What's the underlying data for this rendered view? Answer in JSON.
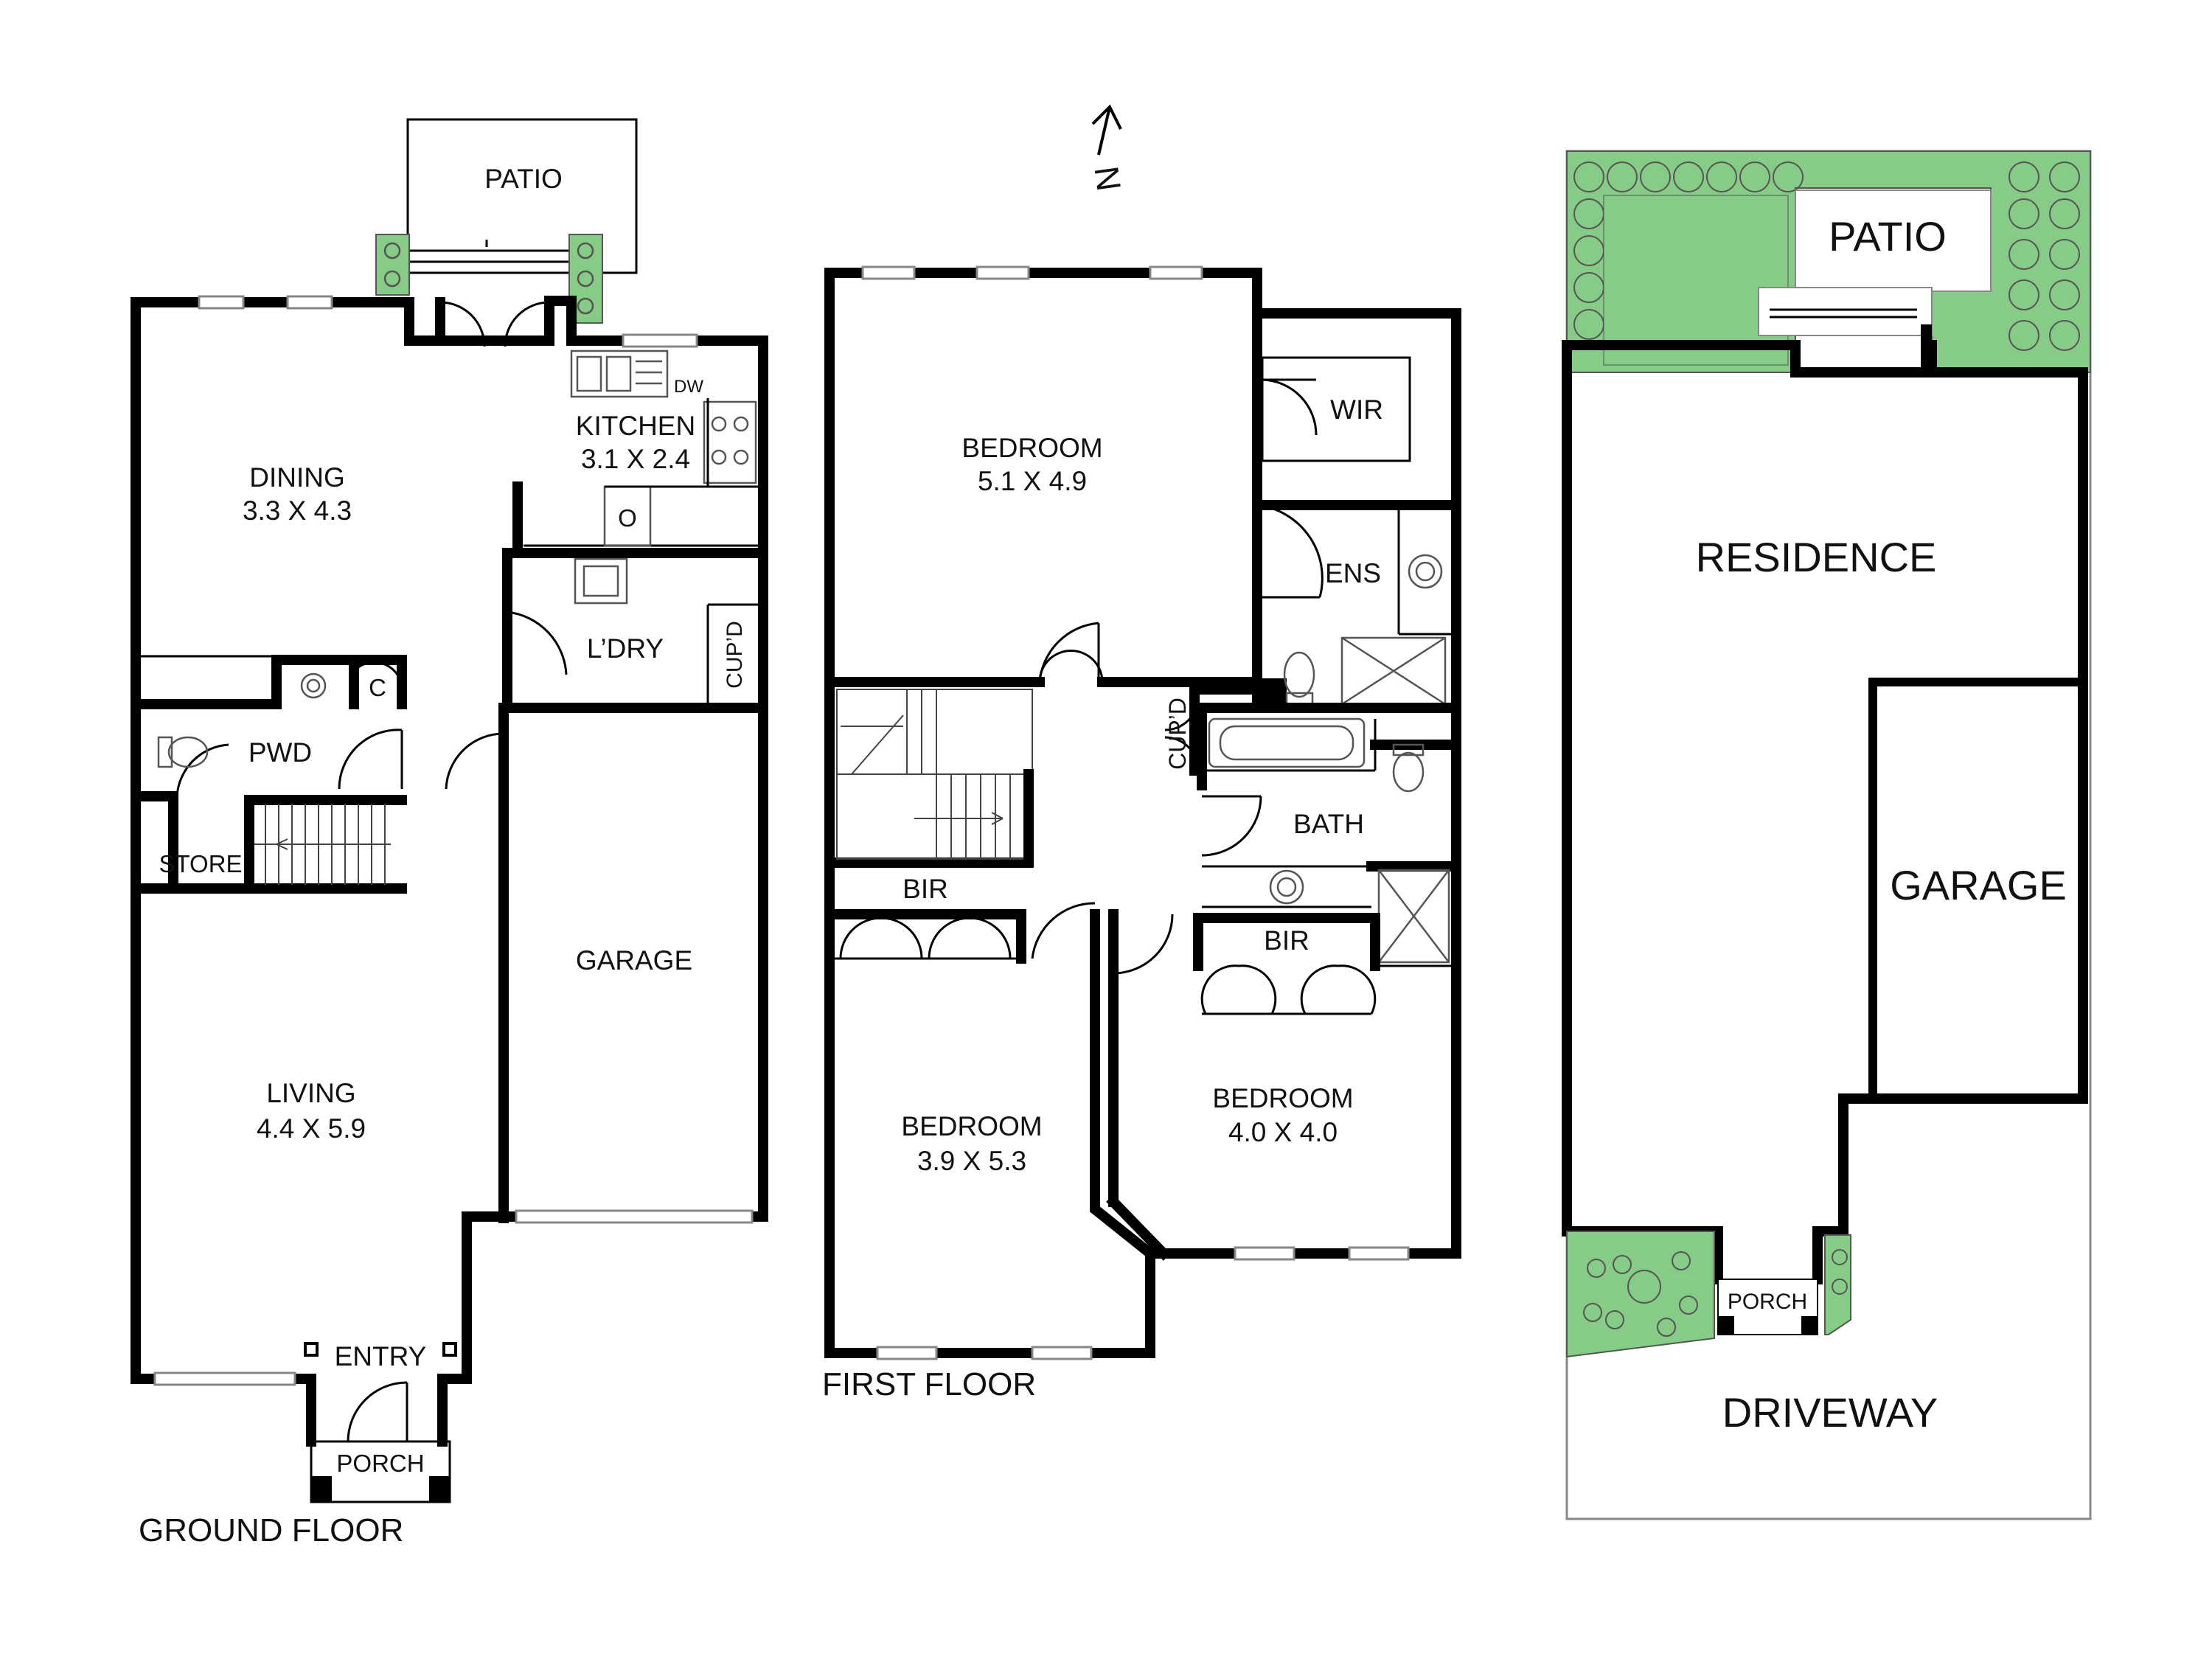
{
  "ground_floor": {
    "title": "GROUND FLOOR",
    "patio": "PATIO",
    "dining": {
      "name": "DINING",
      "size": "3.3 X 4.3"
    },
    "kitchen": {
      "name": "KITCHEN",
      "size": "3.1 X 2.4",
      "dw": "DW",
      "oven": "O"
    },
    "laundry": {
      "name": "L’DRY",
      "cupboard": "CUP’D"
    },
    "cupboard_c": "C",
    "pwd": "PWD",
    "store": "STORE",
    "garage": "GARAGE",
    "living": {
      "name": "LIVING",
      "size": "4.4 X 5.9"
    },
    "entry": "ENTRY",
    "porch": "PORCH"
  },
  "first_floor": {
    "title": "FIRST FLOOR",
    "north": "N",
    "bedroom_main": {
      "name": "BEDROOM",
      "size": "5.1 X 4.9"
    },
    "wir": "WIR",
    "ens": "ENS",
    "cupboard": "CUP’D",
    "bath": "BATH",
    "bir_left": "BIR",
    "bir_right": "BIR",
    "bedroom_2": {
      "name": "BEDROOM",
      "size": "3.9 X 5.3"
    },
    "bedroom_3": {
      "name": "BEDROOM",
      "size": "4.0 X 4.0"
    }
  },
  "site_plan": {
    "patio": "PATIO",
    "residence": "RESIDENCE",
    "garage": "GARAGE",
    "porch": "PORCH",
    "driveway": "DRIVEWAY"
  },
  "colors": {
    "garden": "#86cc86",
    "wall": "#000000"
  }
}
